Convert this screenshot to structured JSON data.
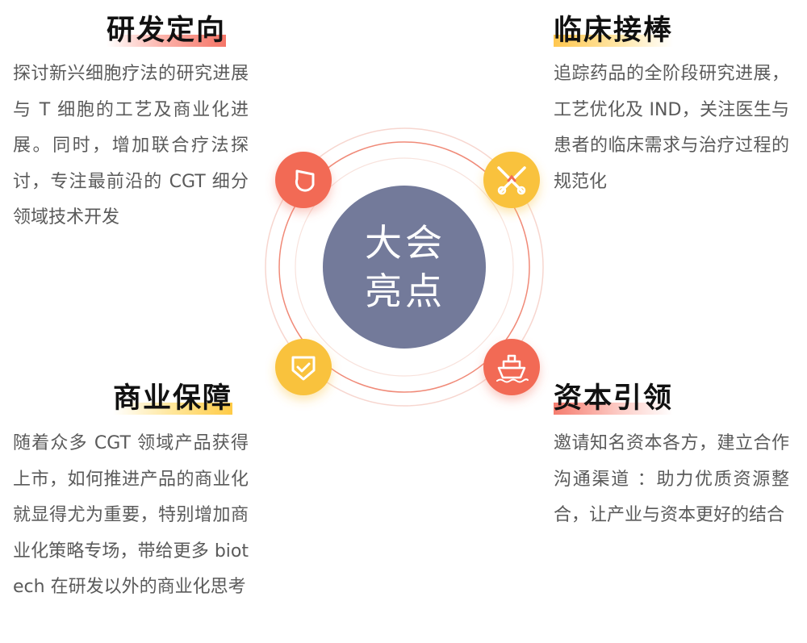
{
  "center": {
    "label": "大会亮点",
    "circle_color": "#737a9a"
  },
  "sections": {
    "rd": {
      "title": "研发定向",
      "body": "探讨新兴细胞疗法的研究进展与 T 细胞的工艺及商业化进展。同时，增加联合疗法探讨，专注最前沿的 CGT 细分领域技术开发"
    },
    "clinical": {
      "title": "临床接棒",
      "body": "追踪药品的全阶段研究进展，工艺优化及 IND，关注医生与患者的临床需求与治疗过程的规范化"
    },
    "commercial": {
      "title": "商业保障",
      "body": "随着众多 CGT 领域产品获得上市，如何推进产品的商业化就显得尤为重要，特别增加商业化策略专场，带给更多 biotech 在研发以外的商业化思考"
    },
    "capital": {
      "title": "资本引领",
      "body": "邀请知名资本各方，建立合作沟通渠道 ：助力优质资源整合，让产业与资本更好的结合"
    }
  },
  "icons": {
    "rd": "drop-icon",
    "clinical": "tools-icon",
    "commercial": "shield-check-icon",
    "capital": "ship-icon"
  },
  "colors": {
    "accent_red": "#f26a54",
    "accent_yellow": "#f9c23c",
    "ring": "#f0a090",
    "title": "#111111",
    "body": "#5a5a5a"
  }
}
